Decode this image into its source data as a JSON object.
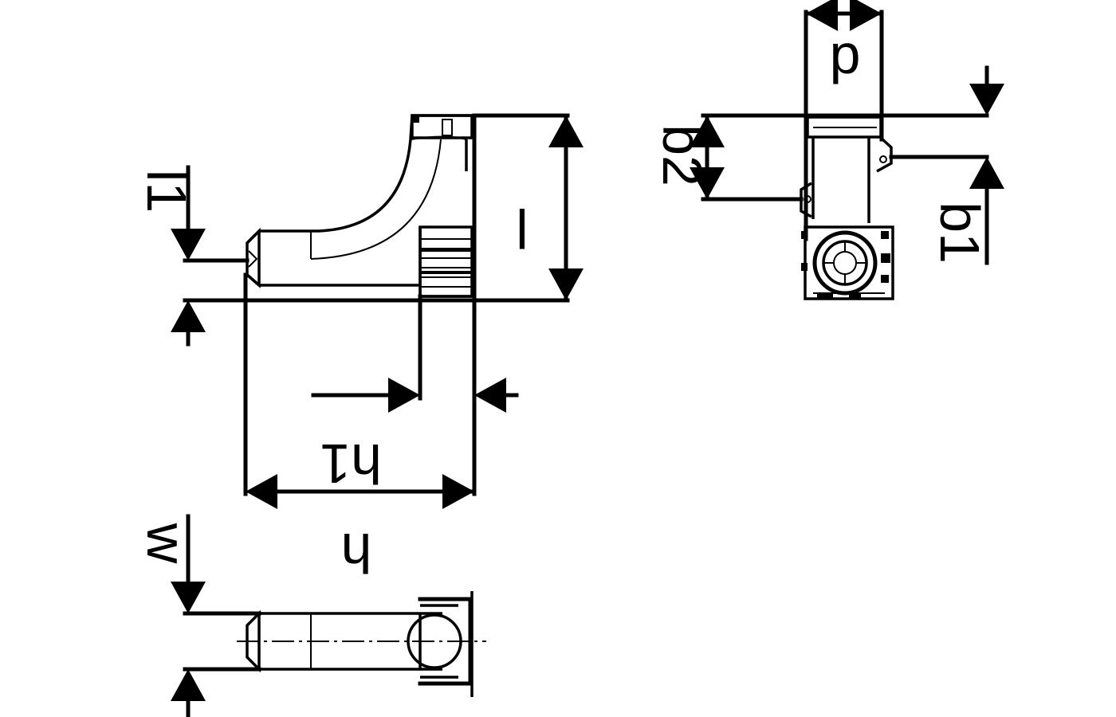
{
  "diagram": {
    "labels": {
      "l1": "l1",
      "l": "l",
      "h1": "h1",
      "h": "h",
      "w": "w",
      "d": "d",
      "b2": "b2",
      "b1": "b1"
    }
  }
}
